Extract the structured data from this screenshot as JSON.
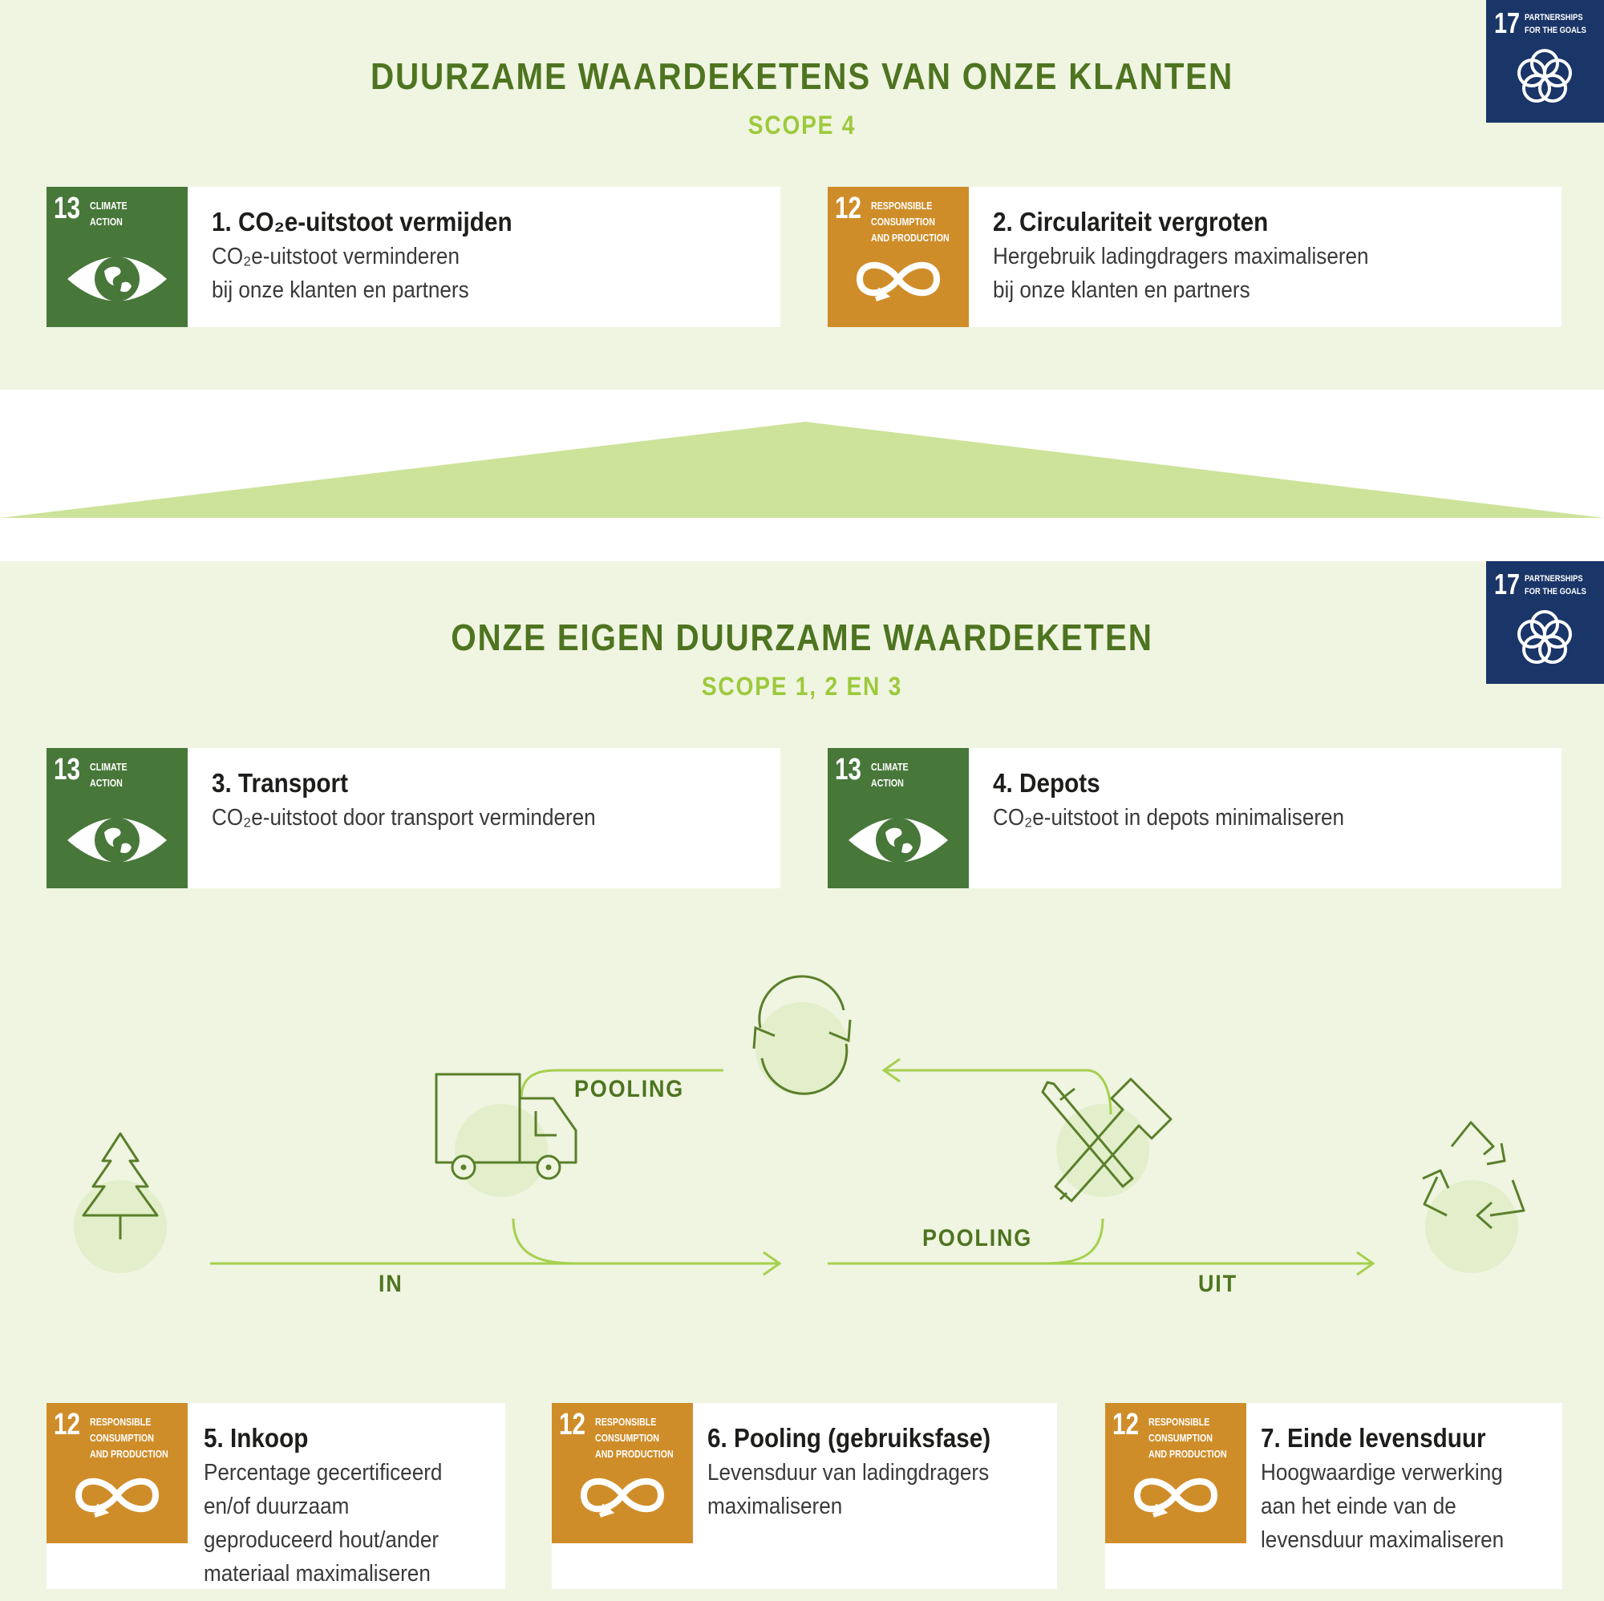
{
  "top": {
    "title": "DUURZAME WAARDEKETENS VAN ONZE KLANTEN",
    "scope": "SCOPE 4",
    "sdg17": {
      "number": "17",
      "label": "PARTNERSHIPS\nFOR THE GOALS"
    },
    "cards": [
      {
        "title": "1. CO₂e-uitstoot vermijden",
        "desc": "CO₂e-uitstoot verminderen\nbij onze klanten en partners",
        "sdg_number": "13",
        "sdg_label": "CLIMATE\nACTION"
      },
      {
        "title": "2. Circulariteit vergroten",
        "desc": "Hergebruik ladingdragers maximaliseren\nbij onze klanten en partners",
        "sdg_number": "12",
        "sdg_label": "RESPONSIBLE\nCONSUMPTION\nAND PRODUCTION"
      }
    ]
  },
  "bottom": {
    "title": "ONZE EIGEN DUURZAME WAARDEKETEN",
    "scope": "SCOPE 1, 2 EN 3",
    "sdg17": {
      "number": "17",
      "label": "PARTNERSHIPS\nFOR THE GOALS"
    },
    "cards": [
      {
        "title": "3. Transport",
        "desc": "CO₂e-uitstoot door transport verminderen",
        "sdg_number": "13",
        "sdg_label": "CLIMATE\nACTION"
      },
      {
        "title": "4. Depots",
        "desc": "CO₂e-uitstoot in depots minimaliseren",
        "sdg_number": "13",
        "sdg_label": "CLIMATE\nACTION"
      }
    ],
    "flow": {
      "pooling_top": "POOLING",
      "pooling_bottom": "POOLING",
      "in": "IN",
      "uit": "UIT"
    },
    "icons": [
      "tree-icon",
      "truck-icon",
      "refresh-cycle-icon",
      "tools-icon",
      "recycle-icon"
    ],
    "lower_cards": [
      {
        "title": "5. Inkoop",
        "desc": "Percentage gecertificeerd\nen/of duurzaam\ngeproduceerd hout/ander\nmateriaal maximaliseren",
        "sdg_number": "12",
        "sdg_label": "RESPONSIBLE\nCONSUMPTION\nAND PRODUCTION"
      },
      {
        "title": "6. Pooling (gebruiksfase)",
        "desc": "Levensduur van ladingdragers\nmaximaliseren",
        "sdg_number": "12",
        "sdg_label": "RESPONSIBLE\nCONSUMPTION\nAND PRODUCTION"
      },
      {
        "title": "7. Einde levensduur",
        "desc": "Hoogwaardige verwerking\naan het einde van de\nlevensduur maximaliseren",
        "sdg_number": "12",
        "sdg_label": "RESPONSIBLE\nCONSUMPTION\nAND PRODUCTION"
      }
    ]
  },
  "colors": {
    "background": "#eff5e1",
    "title_green": "#4e7420",
    "scope_green": "#9dc93c",
    "climate_badge": "#48773a",
    "consumption_badge": "#cf8d2a",
    "partnership_badge": "#1a3567",
    "flow_line": "#9dc93c"
  }
}
